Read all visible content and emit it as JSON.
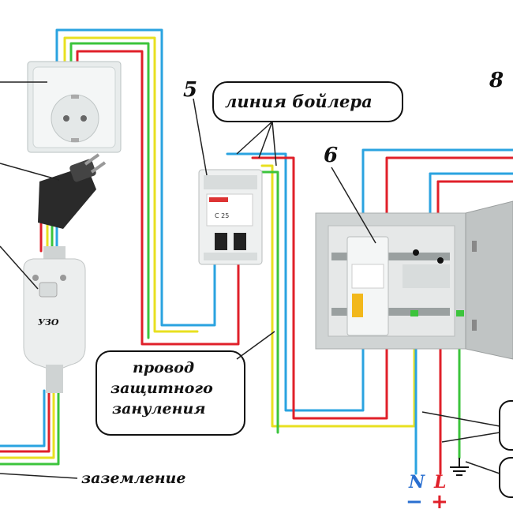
{
  "labels": {
    "boiler_line": "линия бойлера",
    "protective_neutral": [
      "провод",
      "защитного",
      "зануления"
    ],
    "grounding": "заземление",
    "uzo": "УЗО",
    "neutral": "N",
    "phase": "L",
    "minus": "−",
    "plus": "+",
    "breaker_rating": "C 25"
  },
  "callout_numbers": {
    "breaker_double": "5",
    "breaker_single": "6",
    "panel": "8"
  },
  "colors": {
    "phase": "#e0202a",
    "neutral": "#2aa3e0",
    "earth_yellow": "#e8e020",
    "earth_green": "#3cc43c"
  }
}
